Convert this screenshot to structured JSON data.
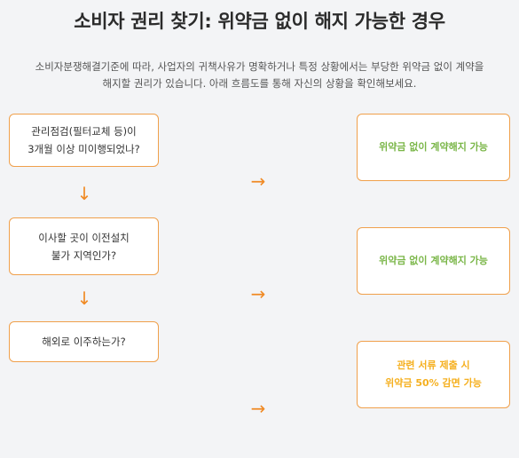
{
  "title": "소비자 권리 찾기: 위약금 없이 해지 가능한 경우",
  "intro": {
    "line1": "소비자분쟁해결기준에 따라, 사업자의 귀책사유가 명확하거나 특정 상황에서는 부당한 위약금 없이 계약을",
    "line2": "해지할 권리가 있습니다. 아래 흐름도를 통해 자신의 상황을 확인해보세요."
  },
  "questions": [
    {
      "line1": "관리점검(필터교체 등)이",
      "line2": "3개월 이상 미이행되었나?"
    },
    {
      "line1": "이사할 곳이 이전설치",
      "line2": "불가 지역인가?"
    },
    {
      "line1": "해외로 이주하는가?",
      "line2": ""
    }
  ],
  "results": [
    {
      "line1": "위약금 없이 계약해지 가능",
      "line2": ""
    },
    {
      "line1": "위약금 없이 계약해지 가능",
      "line2": ""
    },
    {
      "line1": "관련 서류 제출 시",
      "line2": "위약금 50% 감면 가능"
    }
  ],
  "arrows": {
    "down": "↓",
    "right": "→"
  },
  "colors": {
    "border": "#f0a04b",
    "arrow": "#f08a24",
    "result_green": "#7ab648",
    "result_amber": "#f5b020"
  }
}
